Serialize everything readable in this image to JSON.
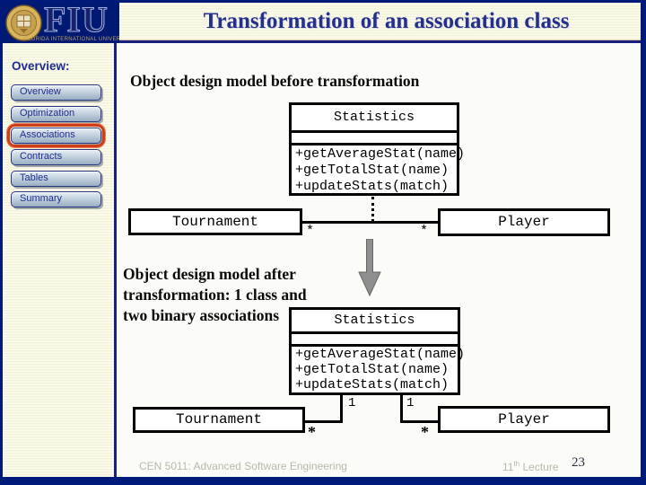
{
  "header": {
    "title": "Transformation of an association class",
    "logo": {
      "acronym": "FIU",
      "caption": "FLORIDA INTERNATIONAL UNIVERSITY"
    }
  },
  "sidebar": {
    "heading": "Overview:",
    "items": [
      {
        "label": "Overview",
        "active": false
      },
      {
        "label": "Optimization",
        "active": false
      },
      {
        "label": "Associations",
        "active": true
      },
      {
        "label": "Contracts",
        "active": false
      },
      {
        "label": "Tables",
        "active": false
      },
      {
        "label": "Summary",
        "active": false
      }
    ]
  },
  "content": {
    "before_heading": "Object design model before transformation",
    "after_heading_lines": [
      "Object design model after",
      "transformation: 1 class and",
      "two binary associations"
    ]
  },
  "diagrams": {
    "before": {
      "statistics": {
        "name": "Statistics",
        "operations": [
          "+getAverageStat(name)",
          "+getTotalStat(name)",
          "+updateStats(match)"
        ]
      },
      "left_class": "Tournament",
      "right_class": "Player",
      "left_multiplicity": "*",
      "right_multiplicity": "*"
    },
    "after": {
      "statistics": {
        "name": "Statistics",
        "operations": [
          "+getAverageStat(name)",
          "+getTotalStat(name)",
          "+updateStats(match)"
        ]
      },
      "left_class": "Tournament",
      "right_class": "Player",
      "left_upper_multiplicity": "1",
      "right_upper_multiplicity": "1",
      "left_lower_multiplicity": "*",
      "right_lower_multiplicity": "*"
    }
  },
  "footer": {
    "course": "CEN 5011: Advanced Software Engineering",
    "lecture_number": "11",
    "lecture_ordinal": "th",
    "lecture_label": "Lecture",
    "page_number": "23"
  },
  "colors": {
    "border_navy": "#001A7A",
    "title_navy": "#23308C",
    "accent_highlight": "#CF3C16",
    "stripe_light": "#FCFCEC",
    "stripe_dark": "#F2F2DC",
    "button_text": "#1F2D8F",
    "footer_text": "#B9B9A9",
    "arrow_gray": "#8F8F8F"
  }
}
